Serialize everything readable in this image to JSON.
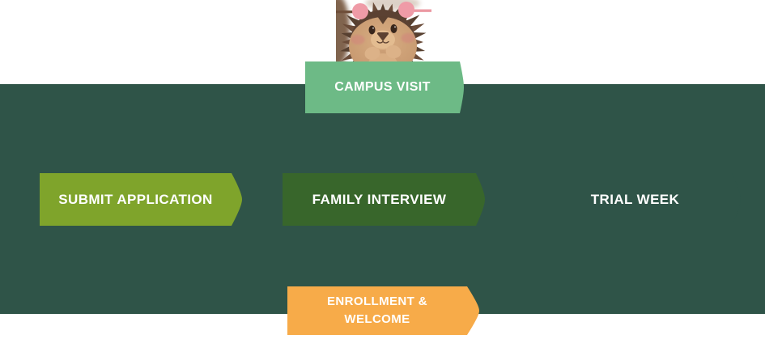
{
  "page": {
    "background_color": "#ffffff",
    "band_color": "#2f5448"
  },
  "mascot": {
    "name": "hedgehog"
  },
  "steps": [
    {
      "id": "campus-visit",
      "label": "CAMPUS VISIT",
      "color": "#6dba86",
      "text_color": "#ffffff"
    },
    {
      "id": "submit-application",
      "label": "SUBMIT APPLICATION",
      "color": "#7fa42b",
      "text_color": "#ffffff"
    },
    {
      "id": "family-interview",
      "label": "FAMILY INTERVIEW",
      "color": "#38662b",
      "text_color": "#ffffff"
    },
    {
      "id": "trial-week",
      "label": "TRIAL WEEK",
      "color": "#2f5448",
      "text_color": "#ffffff"
    },
    {
      "id": "enrollment-welcome",
      "label": "ENROLLMENT & WELCOME",
      "color": "#f7ab49",
      "text_color": "#ffffff"
    }
  ]
}
